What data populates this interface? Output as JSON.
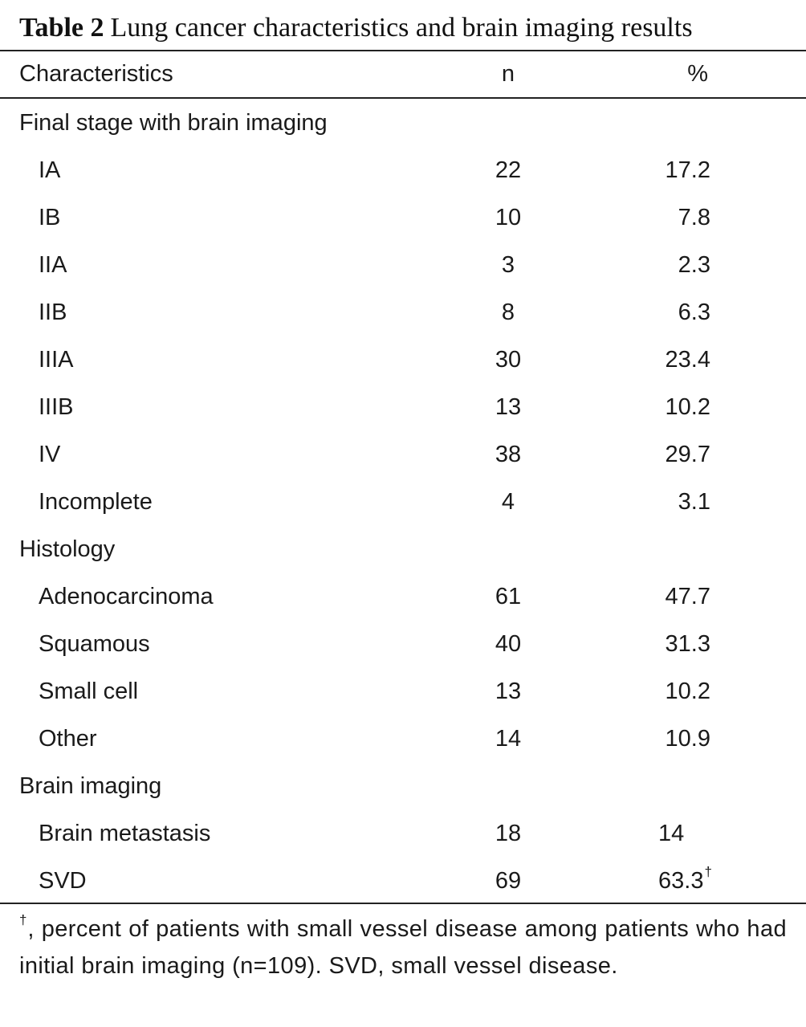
{
  "caption": {
    "label": "Table 2",
    "text": "Lung cancer characteristics and brain imaging results"
  },
  "header": {
    "characteristics": "Characteristics",
    "n": "n",
    "percent": "%"
  },
  "sections": [
    {
      "title": "Final stage with brain imaging",
      "rows": [
        {
          "name": "IA",
          "n": "22",
          "pct": "17.2"
        },
        {
          "name": "IB",
          "n": "10",
          "pct": "7.8"
        },
        {
          "name": "IIA",
          "n": "3",
          "pct": "2.3"
        },
        {
          "name": "IIB",
          "n": "8",
          "pct": "6.3"
        },
        {
          "name": "IIIA",
          "n": "30",
          "pct": "23.4"
        },
        {
          "name": "IIIB",
          "n": "13",
          "pct": "10.2"
        },
        {
          "name": "IV",
          "n": "38",
          "pct": "29.7"
        },
        {
          "name": "Incomplete",
          "n": "4",
          "pct": "3.1"
        }
      ]
    },
    {
      "title": "Histology",
      "rows": [
        {
          "name": "Adenocarcinoma",
          "n": "61",
          "pct": "47.7"
        },
        {
          "name": "Squamous",
          "n": "40",
          "pct": "31.3"
        },
        {
          "name": "Small cell",
          "n": "13",
          "pct": "10.2"
        },
        {
          "name": "Other",
          "n": "14",
          "pct": "10.9"
        }
      ]
    },
    {
      "title": "Brain imaging",
      "rows": [
        {
          "name": "Brain metastasis",
          "n": "18",
          "pct": "14"
        },
        {
          "name": "SVD",
          "n": "69",
          "pct": "63.3",
          "mark": "†"
        }
      ]
    }
  ],
  "footnote": {
    "mark": "†",
    "text": ", percent of patients with small vessel disease among patients who had initial brain imaging (n=109). SVD, small vessel disease."
  }
}
